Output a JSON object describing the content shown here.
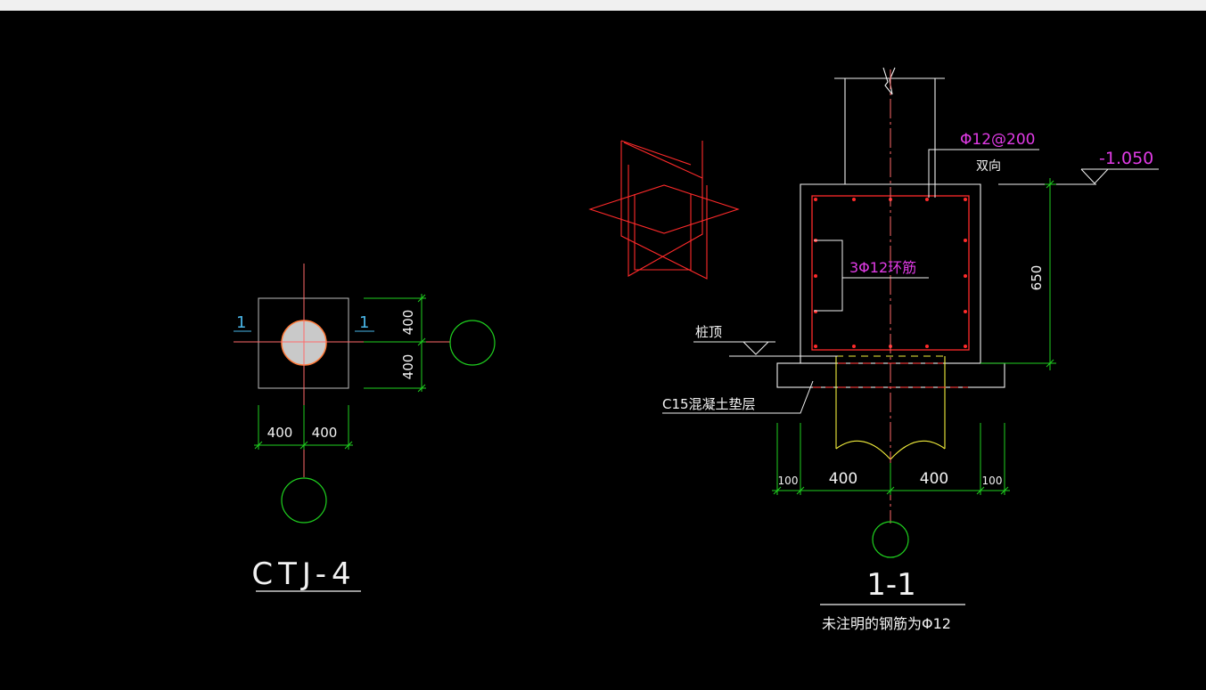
{
  "colors": {
    "background": "#000000",
    "white": "#f2f2f2",
    "green": "#1fd11f",
    "red": "#ff2a2a",
    "magenta": "#e13be6",
    "yellow": "#f2ee3c",
    "cyan": "#49b6e8",
    "pile_fill": "#c9c9c9",
    "pile_outline": "#ff7a3a"
  },
  "plan": {
    "section_mark_left": "1",
    "section_mark_right": "1",
    "dim_right_upper": "400",
    "dim_right_lower": "400",
    "dim_bottom_left": "400",
    "dim_bottom_right": "400",
    "title": "CTJ-4"
  },
  "section": {
    "rebar_top": "Φ12@200",
    "rebar_top_note": "双向",
    "elevation": "-1.050",
    "stirrup_label": "3Φ12环筋",
    "pile_top_label": "桩顶",
    "cushion_label": "C15混凝土垫层",
    "height_dim": "650",
    "dim_bottom": [
      "100",
      "400",
      "400",
      "100"
    ],
    "title": "1-1",
    "note": "未注明的钢筋为Φ12"
  }
}
